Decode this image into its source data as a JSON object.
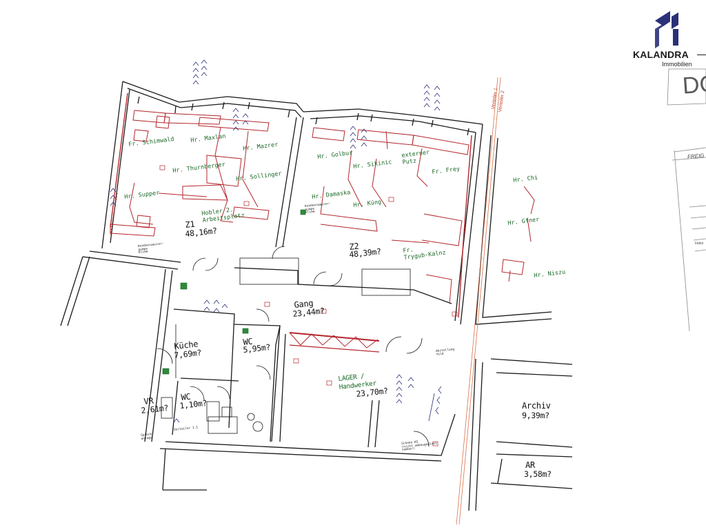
{
  "branding": {
    "company": "KALANDRA",
    "subtitle": "Immobilien",
    "colors": {
      "navy": "#2b3178",
      "dark": "#1a1a1a"
    }
  },
  "sheet": {
    "title_fragment": "DG",
    "freigabe_fragment": "FREIG",
    "index_fragment": "Index"
  },
  "distribution": {
    "verteiler_1": "Verteiler 1",
    "verteiler_2": "Verteiler 2"
  },
  "rooms": [
    {
      "id": "z1",
      "name": "Z1",
      "area": "48,16m?"
    },
    {
      "id": "z2",
      "name": "Z2",
      "area": "48,39m?"
    },
    {
      "id": "gang",
      "name": "Gang",
      "area": "23,44m?"
    },
    {
      "id": "kueche",
      "name": "Küche",
      "area": "7,69m?"
    },
    {
      "id": "wc1",
      "name": "WC",
      "area": "5,95m?"
    },
    {
      "id": "wc2",
      "name": "WC",
      "area": "1,10m?"
    },
    {
      "id": "vr",
      "name": "VR",
      "area": "2,61m?"
    },
    {
      "id": "lager",
      "name": "LAGER /\nHandwerker",
      "area": "23,70m?"
    },
    {
      "id": "archiv",
      "name": "Archiv",
      "area": "9,39m?"
    },
    {
      "id": "ar",
      "name": "AR",
      "area": "3,58m?"
    }
  ],
  "workplaces": [
    "Fr. Schimwald",
    "Hr. Maxlan",
    "Hr. Thurnberger",
    "Hr. Mazrer",
    "Hr. Sollinger",
    "Hr. Supper",
    "Hobler 2.\nArbeitsplatz",
    "Hr. Golbur",
    "Hr. Sikinic",
    "externer\nPutz",
    "Fr. Frey",
    "Hr. Damaska",
    "Hr. Küng",
    "Fr.\nTrygub-Kalnz",
    "Hr. Chi",
    "Hr. Gfner",
    "Hr. Niszu"
  ],
  "annotations": {
    "pumpe": "Kondenswasser-\npumpe\nKlima",
    "sprech": "Sprech-\nanlage",
    "schoko": "Schoko KS\n(nicht umbaugeplant\nnumber)",
    "abstell": "Abstellung\nfeld",
    "verteiler_label": "Verteiler 1.1"
  },
  "legend_colors": {
    "wall": "#1a1a1a",
    "furniture": "#b3262c",
    "label_green": "#1f6b2a",
    "socket_blue": "#2a2f7a",
    "dimension_orange": "#d9714a"
  }
}
